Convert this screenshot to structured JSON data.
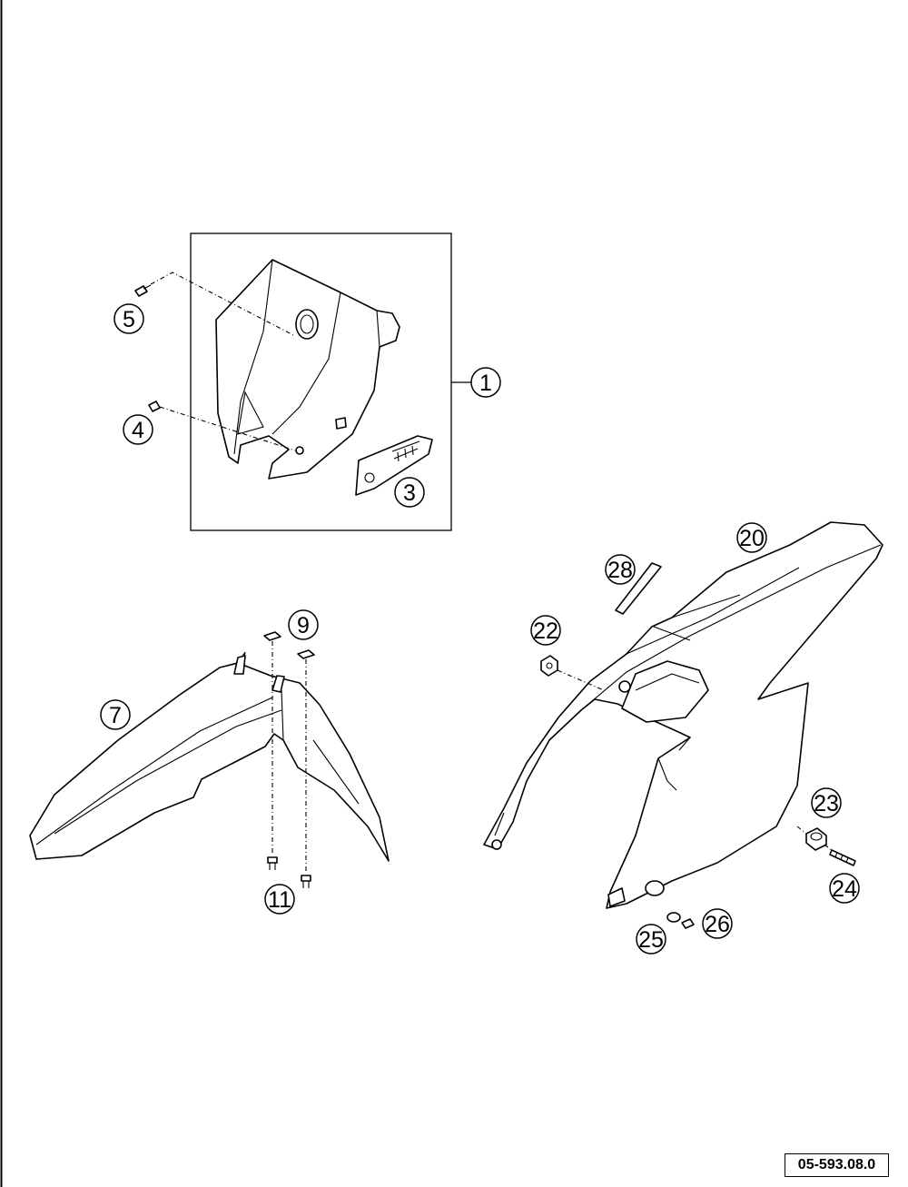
{
  "callouts": {
    "c1": "1",
    "c3": "3",
    "c4": "4",
    "c5": "5",
    "c7": "7",
    "c9": "9",
    "c11": "11",
    "c20": "20",
    "c22": "22",
    "c23": "23",
    "c24": "24",
    "c25": "25",
    "c26": "26",
    "c28": "28"
  },
  "drawing_code": "05-593.08.0"
}
